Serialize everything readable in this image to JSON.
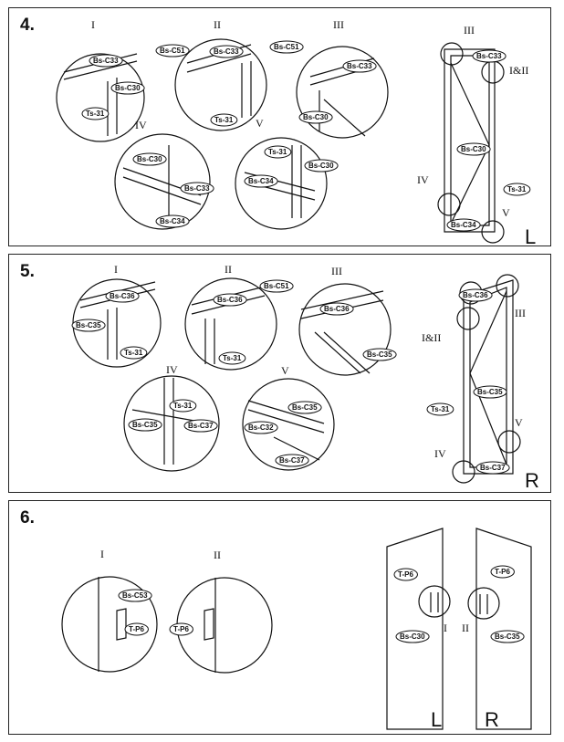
{
  "steps": [
    {
      "number": "4.",
      "details": [
        "I",
        "II",
        "III",
        "IV",
        "V"
      ],
      "labels": {
        "i_bs_c33": "Bs-C33",
        "i_bs_c30": "Bs-C30",
        "i_ts31": "Ts-31",
        "ii_bs_c51": "Bs-C51",
        "ii_bs_c33": "Bs-C33",
        "ii_ts31": "Ts-31",
        "iii_bs_c51": "Bs-C51",
        "iii_bs_c33": "Bs-C33",
        "iii_bs_c30": "Bs-C30",
        "iv_bs_c30": "Bs-C30",
        "iv_bs_c33": "Bs-C33",
        "iv_bs_c34": "Bs-C34",
        "v_ts31": "Ts-31",
        "v_bs_c30": "Bs-C30",
        "v_bs_c34": "Bs-C34"
      },
      "overview": {
        "callouts": [
          "III",
          "I&II",
          "IV",
          "V"
        ],
        "labels": [
          "Bs-C33",
          "Bs-C30",
          "Ts-31",
          "Bs-C34"
        ],
        "side": "L"
      }
    },
    {
      "number": "5.",
      "details": [
        "I",
        "II",
        "III",
        "IV",
        "V"
      ],
      "labels": {
        "i_bs_c36": "Bs-C36",
        "i_bs_c35": "Bs-C35",
        "i_ts31": "Ts-31",
        "ii_bs_c36": "Bs-C36",
        "ii_bs_c51": "Bs-C51",
        "ii_ts31": "Ts-31",
        "iii_bs_c36": "Bs-C36",
        "iii_bs_c35": "Bs-C35",
        "iv_ts31": "Ts-31",
        "iv_bs_c35": "Bs-C35",
        "iv_bs_c37": "Bs-C37",
        "v_bs_c35": "Bs-C35",
        "v_bs_c32": "Bs-C32",
        "v_bs_c37": "Bs-C37"
      },
      "overview": {
        "callouts": [
          "III",
          "I&II",
          "V",
          "IV"
        ],
        "labels": [
          "Bs-C36",
          "Ts-31",
          "Bs-C35",
          "Bs-C37"
        ],
        "side": "R"
      }
    },
    {
      "number": "6.",
      "details": [
        "I",
        "II"
      ],
      "labels": {
        "i_bs_c53": "Bs-C53",
        "i_tp6": "T-P6",
        "ii_tp6": "T-P6"
      },
      "overview": {
        "labels": [
          "T-P6",
          "Bs-C30",
          "T-P6",
          "Bs-C35"
        ],
        "callouts": [
          "I",
          "II"
        ],
        "sides": [
          "L",
          "R"
        ]
      }
    }
  ]
}
